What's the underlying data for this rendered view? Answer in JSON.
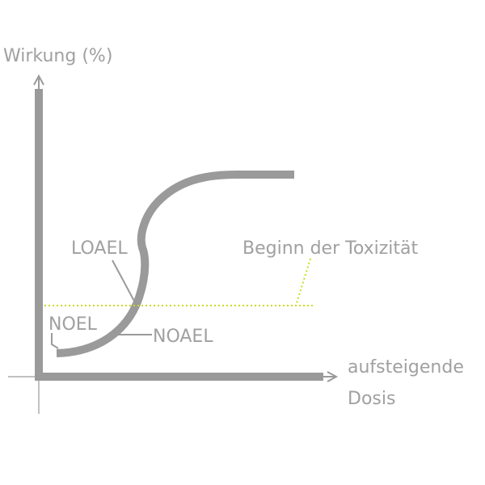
{
  "y_axis_label": "Wirkung (%)",
  "x_axis_label_line1": "aufsteigende",
  "x_axis_label_line2": "Dosis",
  "threshold_label": "Beginn der Toxizität",
  "annotations": {
    "loael": "LOAEL",
    "noel": "NOEL",
    "noael": "NOAEL"
  },
  "colors": {
    "axis": "#9a9a9a",
    "curve": "#9a9a9a",
    "threshold_line": "#c8dc1e",
    "text": "#a0a0a0"
  }
}
